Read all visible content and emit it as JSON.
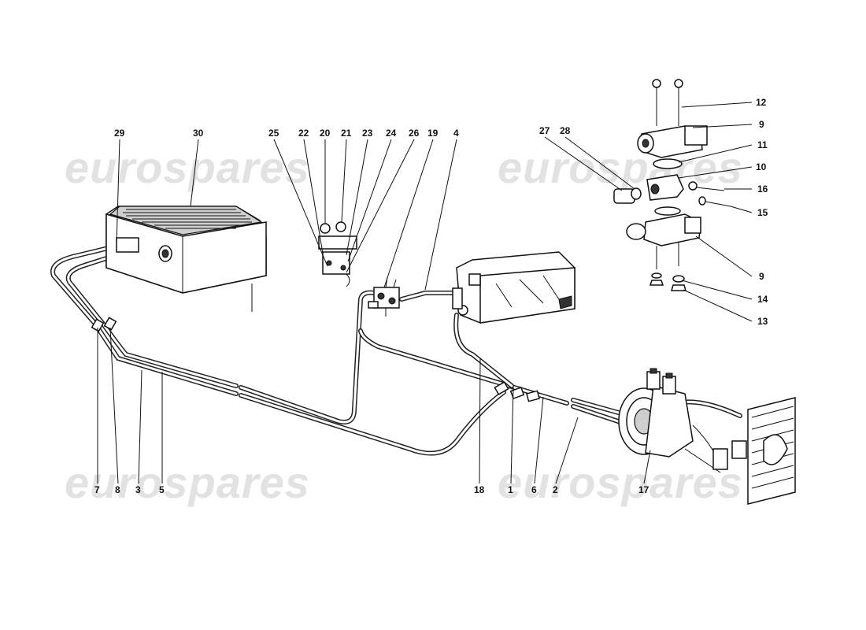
{
  "watermark": "eurospares",
  "labels": [
    {
      "id": "29",
      "text": "29"
    },
    {
      "id": "30",
      "text": "30"
    },
    {
      "id": "25",
      "text": "25"
    },
    {
      "id": "22",
      "text": "22"
    },
    {
      "id": "20",
      "text": "20"
    },
    {
      "id": "21",
      "text": "21"
    },
    {
      "id": "23",
      "text": "23"
    },
    {
      "id": "24",
      "text": "24"
    },
    {
      "id": "26",
      "text": "26"
    },
    {
      "id": "19",
      "text": "19"
    },
    {
      "id": "4",
      "text": "4"
    },
    {
      "id": "27",
      "text": "27"
    },
    {
      "id": "28",
      "text": "28"
    },
    {
      "id": "12",
      "text": "12"
    },
    {
      "id": "9a",
      "text": "9"
    },
    {
      "id": "11",
      "text": "11"
    },
    {
      "id": "10",
      "text": "10"
    },
    {
      "id": "16",
      "text": "16"
    },
    {
      "id": "15",
      "text": "15"
    },
    {
      "id": "9b",
      "text": "9"
    },
    {
      "id": "14",
      "text": "14"
    },
    {
      "id": "13",
      "text": "13"
    },
    {
      "id": "7",
      "text": "7"
    },
    {
      "id": "8",
      "text": "8"
    },
    {
      "id": "3",
      "text": "3"
    },
    {
      "id": "5",
      "text": "5"
    },
    {
      "id": "18",
      "text": "18"
    },
    {
      "id": "1",
      "text": "1"
    },
    {
      "id": "6",
      "text": "6"
    },
    {
      "id": "2",
      "text": "2"
    },
    {
      "id": "17",
      "text": "17"
    }
  ]
}
